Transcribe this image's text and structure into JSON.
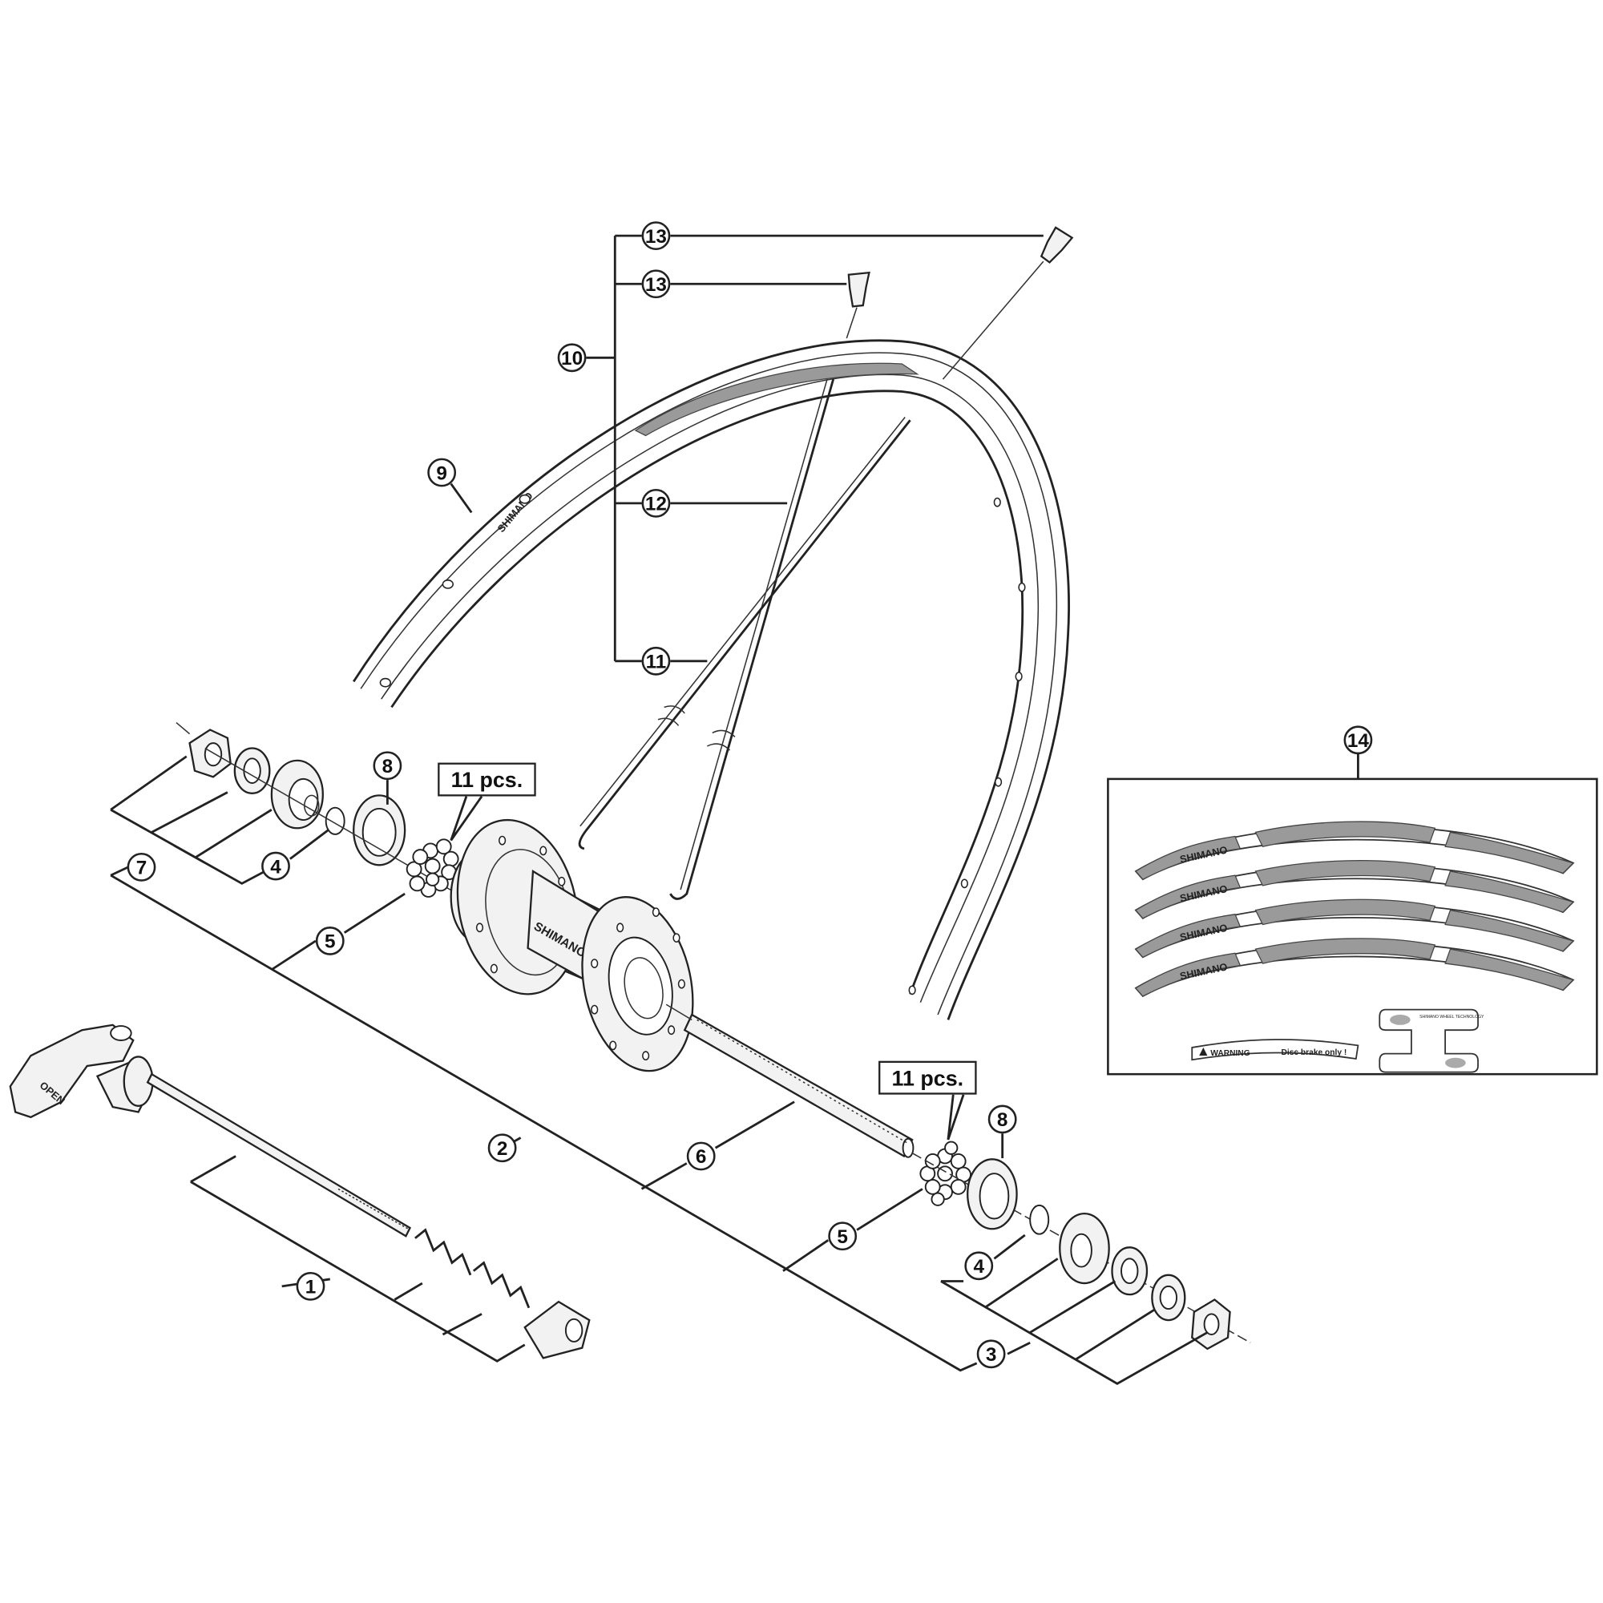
{
  "callouts": {
    "c13a": "13",
    "c13b": "13",
    "c10": "10",
    "c9": "9",
    "c12": "12",
    "c11": "11",
    "c14": "14",
    "c8a": "8",
    "c8b": "8",
    "c7": "7",
    "c4a": "4",
    "c4b": "4",
    "c5a": "5",
    "c5b": "5",
    "c2": "2",
    "c6": "6",
    "c1": "1",
    "c3": "3"
  },
  "ball_count_left": "11 pcs.",
  "ball_count_right": "11 pcs.",
  "hub_brand": "SHIMANO",
  "rim_brand": "SHIMANO",
  "lever_text": "OPEN",
  "decals": {
    "brand": [
      "SHIMANO",
      "SHIMANO",
      "SHIMANO",
      "SHIMANO"
    ],
    "warning": "WARNING",
    "disc_brake": "Disc brake only !",
    "wheel_tech": "SHIMANO WHEEL TECHNOLOGY"
  },
  "colors": {
    "line": "#222222",
    "decal_fill": "#9a9a9a",
    "background": "#ffffff"
  }
}
